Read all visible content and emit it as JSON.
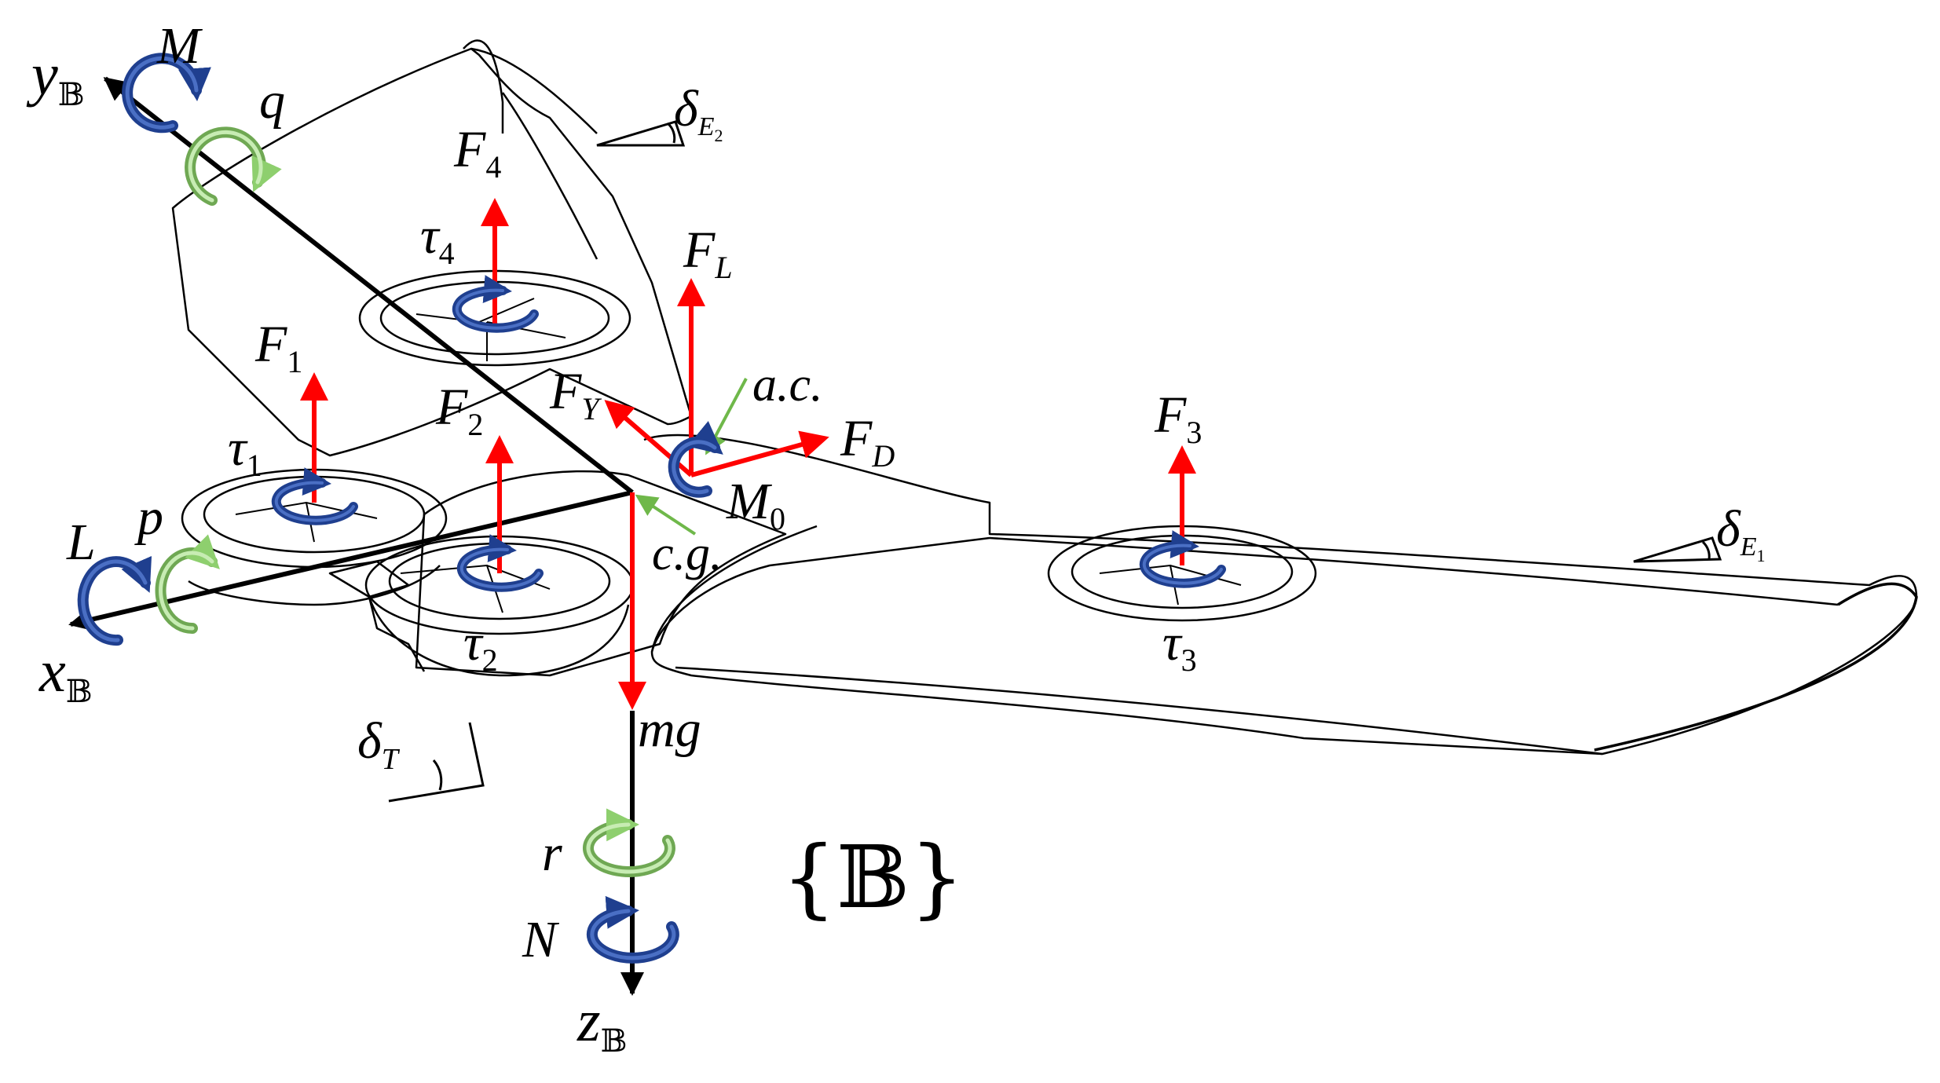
{
  "frame": {
    "symbol": "{𝔹}"
  },
  "axes": {
    "x": {
      "base": "x",
      "sub": "𝔹"
    },
    "y": {
      "base": "y",
      "sub": "𝔹"
    },
    "z": {
      "base": "z",
      "sub": "𝔹"
    }
  },
  "moments": {
    "roll": {
      "total": "L",
      "rate": "p"
    },
    "pitch": {
      "total": "M",
      "rate": "q"
    },
    "yaw": {
      "total": "N",
      "rate": "r"
    },
    "aero": {
      "base": "M",
      "sub": "0"
    }
  },
  "forces": {
    "f1": {
      "base": "F",
      "sub": "1"
    },
    "f2": {
      "base": "F",
      "sub": "2"
    },
    "f3": {
      "base": "F",
      "sub": "3"
    },
    "f4": {
      "base": "F",
      "sub": "4"
    },
    "lift": {
      "base": "F",
      "sub": "L"
    },
    "drag": {
      "base": "F",
      "sub": "D"
    },
    "side": {
      "base": "F",
      "sub": "Y"
    },
    "weight": "mg"
  },
  "torques": {
    "t1": {
      "base": "τ",
      "sub": "1"
    },
    "t2": {
      "base": "τ",
      "sub": "2"
    },
    "t3": {
      "base": "τ",
      "sub": "3"
    },
    "t4": {
      "base": "τ",
      "sub": "4"
    }
  },
  "points": {
    "cg": "c.g.",
    "ac": "a.c."
  },
  "angles": {
    "e1": {
      "base": "δ",
      "sub": "E",
      "subsub": "1"
    },
    "e2": {
      "base": "δ",
      "sub": "E",
      "subsub": "2"
    },
    "t": {
      "base": "δ",
      "sub": "T"
    }
  },
  "colors": {
    "force": "#ff0000",
    "axis": "#000000",
    "moment_total": "#1f3f8f",
    "moment_rate": "#8ecf6e",
    "pointer": "#6fb84a",
    "outline": "#000000"
  }
}
